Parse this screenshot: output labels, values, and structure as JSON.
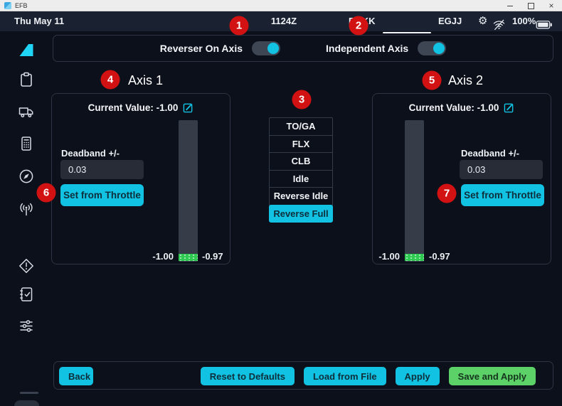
{
  "titlebar": {
    "title": "EFB"
  },
  "statusbar": {
    "date": "Thu May 11",
    "time": "1124Z",
    "origin": "EGKK",
    "destination": "EGJJ",
    "battery_percent": "100%",
    "gear_glyph": "⚙"
  },
  "toggle_bar": {
    "reverser_label": "Reverser On Axis",
    "reverser_state": "on",
    "independent_label": "Independent Axis",
    "independent_state": "on"
  },
  "detents": [
    "TO/GA",
    "FLX",
    "CLB",
    "Idle",
    "Reverse Idle",
    "Reverse Full"
  ],
  "selected_detent": "Reverse Full",
  "axes": [
    {
      "title": "Axis 1",
      "current_value": "Current Value: -1.00",
      "deadband_label": "Deadband +/-",
      "deadband_value": "0.03",
      "set_button": "Set from Throttle",
      "bar_min": "-1.00",
      "bar_max": "-0.97"
    },
    {
      "title": "Axis 2",
      "current_value": "Current Value: -1.00",
      "deadband_label": "Deadband +/-",
      "deadband_value": "0.03",
      "set_button": "Set from Throttle",
      "bar_min": "-1.00",
      "bar_max": "-0.97"
    }
  ],
  "footer": {
    "back": "Back",
    "reset": "Reset to Defaults",
    "load": "Load from File",
    "apply": "Apply",
    "save": "Save and Apply"
  },
  "sidebar_gear_glyph": "⚙",
  "sidebar_icons": [
    "flybywire-logo",
    "clipboard",
    "truck",
    "calculator",
    "compass",
    "antenna",
    "warning-diamond",
    "checklist",
    "sliders",
    "settings-gear"
  ],
  "annotations": [
    "1",
    "2",
    "3",
    "4",
    "5",
    "6",
    "7"
  ],
  "colors": {
    "accent_cyan": "#12c2e3",
    "save_green": "#5cd168",
    "deadband_green": "#2fca52",
    "annotation_red": "#d21212"
  }
}
